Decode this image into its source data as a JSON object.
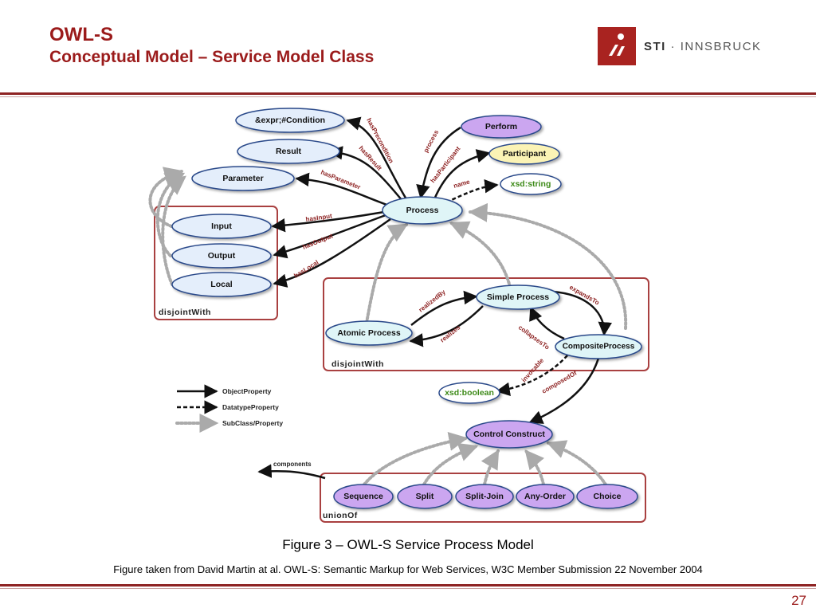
{
  "slide": {
    "title": "OWL-S",
    "subtitle": "Conceptual Model – Service Model Class",
    "caption": "Figure 3 – OWL-S Service Process Model",
    "source": "Figure taken from David Martin at al. OWL-S: Semantic Markup for Web Services, W3C Member Submission 22 November 2004",
    "page_number": "27"
  },
  "logo": {
    "brand": "STI",
    "separator": "·",
    "name": "INNSBRUCK"
  },
  "colors": {
    "accent": "#9b1b1b",
    "blue_node": "#e4eefb",
    "purple_node": "#cba6f0",
    "yellow_node": "#fbf3b5",
    "green_text": "#3d8a18"
  },
  "diagram": {
    "nodes": {
      "condition": "&expr;#Condition",
      "result": "Result",
      "parameter": "Parameter",
      "input": "Input",
      "output": "Output",
      "local": "Local",
      "process": "Process",
      "perform": "Perform",
      "participant": "Participant",
      "xsd_string": "xsd:string",
      "simple_process": "Simple Process",
      "atomic_process": "Atomic Process",
      "composite_process": "CompositeProcess",
      "xsd_boolean": "xsd:boolean",
      "control_construct": "Control Construct",
      "sequence": "Sequence",
      "split": "Split",
      "split_join": "Split-Join",
      "any_order": "Any-Order",
      "choice": "Choice"
    },
    "edges": {
      "has_precondition": "hasPrecondition",
      "has_result": "hasResult",
      "has_parameter": "hasParameter",
      "has_input": "hasInput",
      "has_output": "hasOutput",
      "has_local": "hasLocal",
      "process": "process",
      "has_participant": "hasParticipant",
      "name": "name",
      "realized_by": "realizedBy",
      "realizes": "realizes",
      "expands_to": "expandsTo",
      "collapses_to": "collapsesTo",
      "invocable": "invocable",
      "composed_of": "composedOf",
      "components": "components"
    },
    "groups": {
      "disjoint_params": "disjointWith",
      "disjoint_process": "disjointWith",
      "union": "unionOf"
    },
    "legend": {
      "object_property": "ObjectProperty",
      "datatype_property": "DatatypeProperty",
      "subclass_property": "SubClass/Property"
    }
  }
}
